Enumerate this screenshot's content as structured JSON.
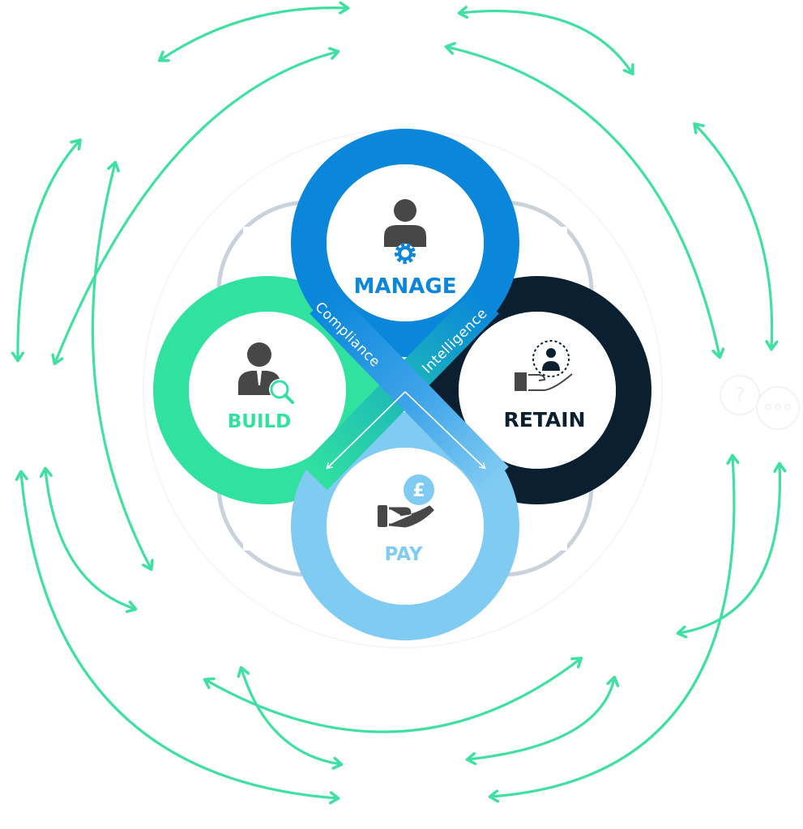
{
  "diagram": {
    "title": "",
    "stages": [
      {
        "id": "manage",
        "label": "MANAGE",
        "icon": "person-gear-icon",
        "color": "#0A86DB"
      },
      {
        "id": "build",
        "label": "BUILD",
        "icon": "person-search-icon",
        "color": "#31E1A0"
      },
      {
        "id": "retain",
        "label": "RETAIN",
        "icon": "hand-person-icon",
        "color": "#0A1F2F"
      },
      {
        "id": "pay",
        "label": "PAY",
        "icon": "hand-pound-icon",
        "color": "#7FCBF2"
      }
    ],
    "bands": [
      {
        "id": "compliance",
        "label": "Compliance"
      },
      {
        "id": "intelligence",
        "label": "Intelligence"
      }
    ],
    "colors": {
      "arrow": "#3FE0A2",
      "grey_ring": "#C9D2DC",
      "icon_dark": "#474747",
      "label_retain": "#0A1F2F"
    },
    "side_icon": "chat-question-icon"
  }
}
